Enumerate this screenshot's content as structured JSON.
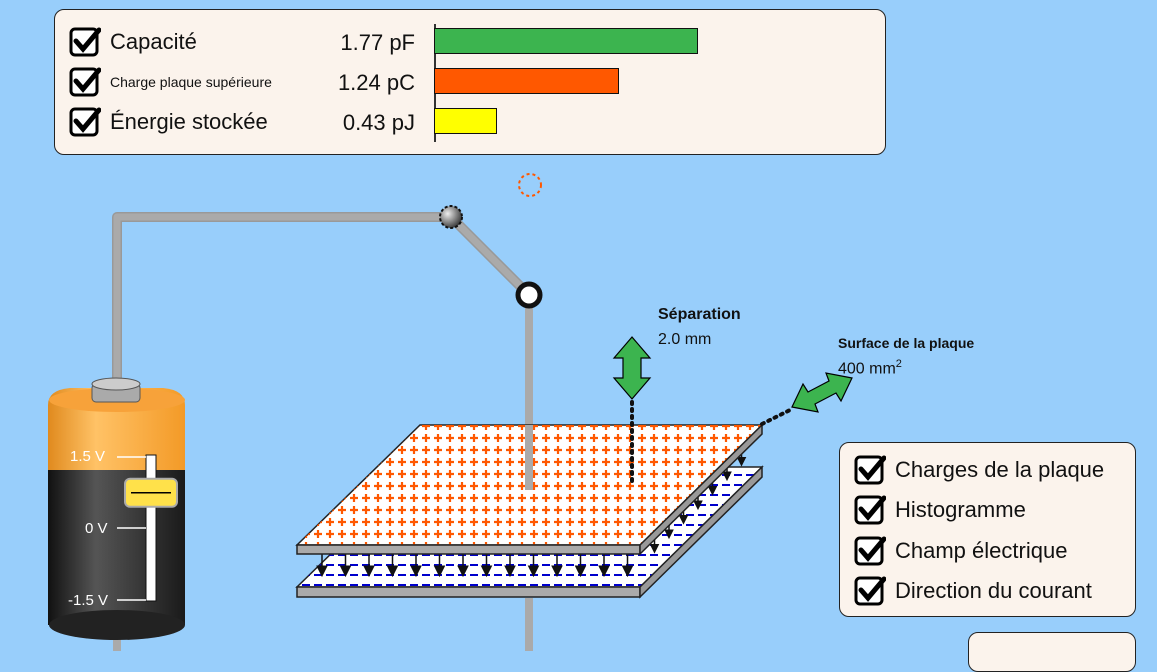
{
  "meters": {
    "items": [
      {
        "label": "Capacité",
        "value": "1.77 pF",
        "checked": true,
        "color": "#3cb44f",
        "fraction": 0.5
      },
      {
        "label": "Charge plaque supérieure",
        "value": "1.24 pC",
        "checked": true,
        "color": "#ff5800",
        "fraction": 0.35
      },
      {
        "label": "Énergie stockée",
        "value": "0.43 pJ",
        "checked": true,
        "color": "#ffff00",
        "fraction": 0.12
      }
    ]
  },
  "battery": {
    "ticks": [
      "1.5 V",
      "0 V",
      "-1.5 V"
    ],
    "voltage_fraction": 0.75
  },
  "separation": {
    "label": "Séparation",
    "value": "2.0 mm"
  },
  "plate_area": {
    "label": "Surface de la plaque",
    "value": "400 mm",
    "sup": "2"
  },
  "options": [
    {
      "label": "Charges de la plaque",
      "checked": true
    },
    {
      "label": "Histogramme",
      "checked": true
    },
    {
      "label": "Champ électrique",
      "checked": true
    },
    {
      "label": "Direction du courant",
      "checked": true
    }
  ],
  "colors": {
    "background": "#98cefb",
    "panel": "#fbf3ec",
    "positive": "#ff5800",
    "negative": "#0000cc",
    "handle": "#3cb44f"
  },
  "icons": {
    "checkbox": "checkbox-checked-icon"
  }
}
